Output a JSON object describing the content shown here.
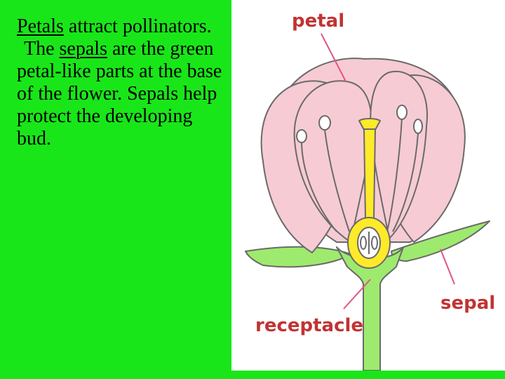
{
  "text": {
    "p1_word": "Petals",
    "p1_rest": " attract pollinators.",
    "p2_lead": "The ",
    "p2_word": "sepals",
    "p2_rest": " are the green petal-like parts at the base of the flower. Sepals help protect the developing bud."
  },
  "diagram": {
    "labels": {
      "petal": "petal",
      "sepal": "sepal",
      "receptacle": "receptacle"
    },
    "colors": {
      "background": "#19e619",
      "petal_fill": "#f7cbd3",
      "petal_stroke": "#6a6a6a",
      "stem": "#9eea6e",
      "pistil": "#ffea2a",
      "label": "#c23333",
      "pointer": "#e05588"
    }
  }
}
